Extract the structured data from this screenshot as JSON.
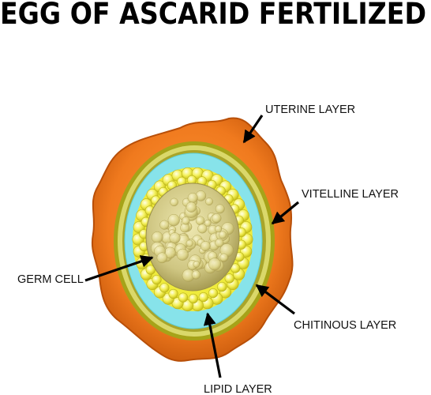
{
  "title": "EGG OF ASCARID FERTILIZED",
  "labels": {
    "uterine": "UTERINE LAYER",
    "vitelline": "VITELLINE LAYER",
    "germ": "GERM CELL",
    "chitinous": "CHITINOUS LAYER",
    "lipid": "LIPID LAYER"
  },
  "colors": {
    "uterine_outer": "#c4560a",
    "uterine_inner": "#f07a1e",
    "vitelline_outer": "#a6a319",
    "vitelline_inner": "#dad86a",
    "lipid": "#87e3ea",
    "yolk_ring": "#f2ef5a",
    "germ_cell": "#c9c07a",
    "arrow": "#000000"
  }
}
